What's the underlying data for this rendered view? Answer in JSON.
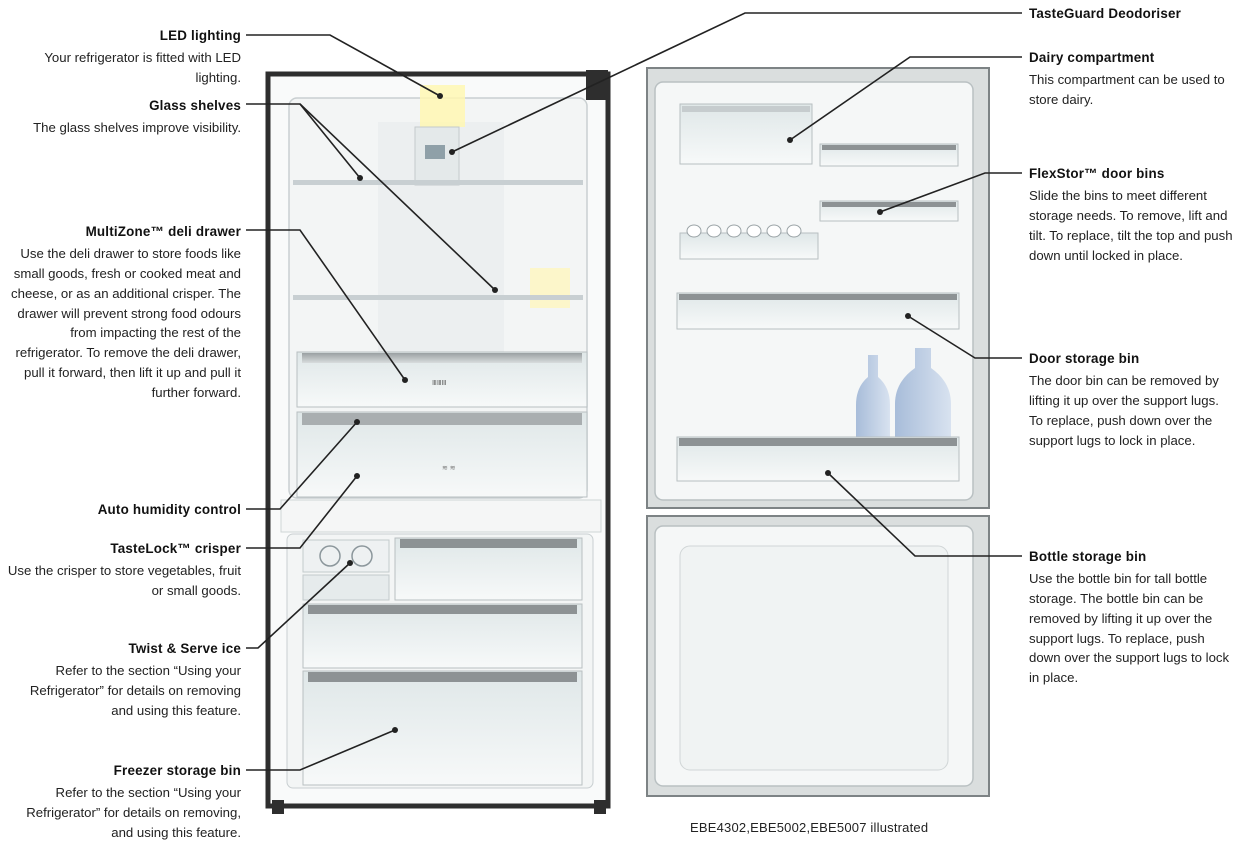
{
  "callouts": {
    "led_lighting": {
      "title": "LED lighting",
      "desc": "Your refrigerator is fitted with LED lighting."
    },
    "glass_shelves": {
      "title": "Glass shelves",
      "desc": "The glass shelves improve visibility."
    },
    "multizone": {
      "title": "MultiZone™ deli drawer",
      "desc": "Use the deli drawer to store foods like small goods, fresh or cooked meat and cheese, or as an additional crisper. The drawer will prevent strong food odours from impacting the rest of the refrigerator. To remove the deli drawer, pull it forward, then lift it up and pull it further forward."
    },
    "auto_humidity": {
      "title": "Auto humidity control"
    },
    "tastelock": {
      "title": "TasteLock™ crisper",
      "desc": "Use the crisper to store vegetables, fruit or small goods."
    },
    "twist_serve": {
      "title": "Twist & Serve ice",
      "desc": "Refer to the section “Using your Refrigerator” for details on removing and using this feature."
    },
    "freezer_bin": {
      "title": "Freezer storage bin",
      "desc": "Refer to the section “Using your Refrigerator” for details on removing, and using this feature."
    },
    "tasteguard": {
      "title": "TasteGuard Deodoriser"
    },
    "dairy": {
      "title": "Dairy compartment",
      "desc": "This compartment can be used to store dairy."
    },
    "flexstor": {
      "title": "FlexStor™ door bins",
      "desc": "Slide the bins to meet different storage needs. To remove, lift and tilt. To replace, tilt the top and push down until locked in place."
    },
    "door_bin": {
      "title": "Door storage bin",
      "desc": "The door bin can be removed by lifting it up over the support lugs. To replace, push down over the support lugs to lock in place."
    },
    "bottle_bin": {
      "title": "Bottle storage bin",
      "desc": "Use the bottle bin for tall bottle storage. The bottle bin can be removed by lifting it up over the support lugs. To replace, push down over the support lugs to lock in place."
    }
  },
  "drawer_label": "ⅢⅢⅢ",
  "caption": "EBE4302,EBE5002,EBE5007 illustrated",
  "colors": {
    "frame": "#3a3a3a",
    "shelf": "#c8cfd2",
    "interior": "#f4f6f6",
    "leader": "#222222"
  }
}
